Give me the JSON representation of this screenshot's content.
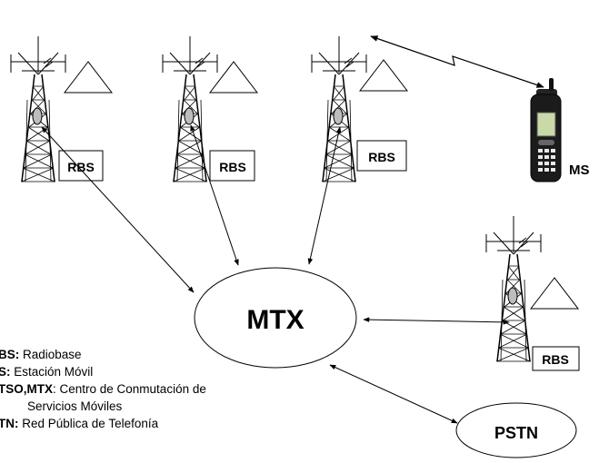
{
  "nodes": {
    "rbs_label": "RBS",
    "ms_label": "MS",
    "mtx_label": "MTX",
    "pstn_label": "PSTN"
  },
  "legend": [
    {
      "term": "BS:",
      "desc": " Radiobase"
    },
    {
      "term": "S:",
      "desc": " Estación Móvil"
    },
    {
      "term": "TSO,MTX",
      "desc": ": Centro de Conmutación de"
    },
    {
      "term": "",
      "desc": "Servicios Móviles"
    },
    {
      "term": "TN:",
      "desc": " Red Pública de Telefonía"
    }
  ]
}
